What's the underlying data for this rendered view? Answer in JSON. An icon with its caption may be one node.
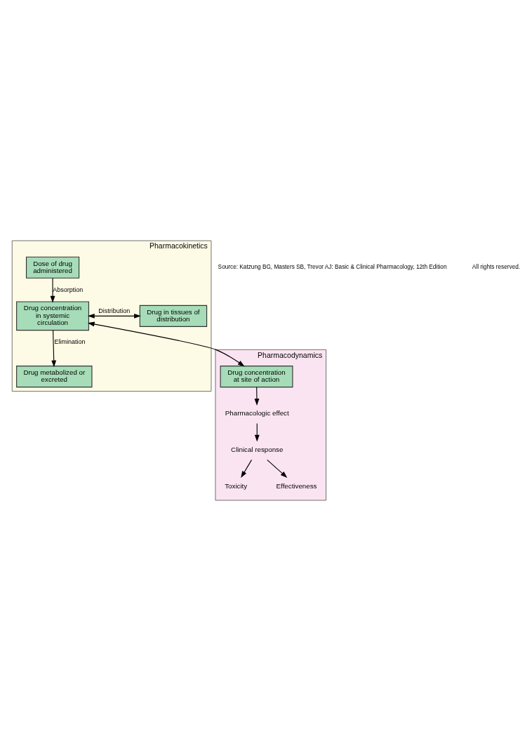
{
  "diagram": {
    "nodes": [
      {
        "text": [
          "Pharmacokinetics"
        ]
      },
      {
        "text": [
          "Pharmacodynamics"
        ]
      },
      {
        "text": [
          "Dose of drug administered"
        ],
        "in": 0
      },
      {
        "text": [
          "Drug concentration in systemic circulation"
        ],
        "in": 0
      },
      {
        "text": [
          "Drug in tissues of distribution"
        ],
        "in": 0
      },
      {
        "text": [
          "Drug metabolized or excreted"
        ],
        "in": 0
      },
      {
        "text": [
          "Drug concentration at site of action"
        ],
        "in": 1
      },
      {
        "text": [
          "Pharmacologic effect"
        ],
        "in": 1
      },
      {
        "text": [
          "Clinical response"
        ],
        "in": 1
      },
      {
        "text": [
          "Toxicity"
        ],
        "in": 1
      },
      {
        "text": [
          "Effectiveness"
        ],
        "in": 1
      }
    ],
    "edges": [
      {
        "from": 2,
        "to": 3,
        "arrow": "to",
        "label": "Absorption"
      },
      {
        "from": 3,
        "to": 4,
        "arrow": "both",
        "label": "Distribution"
      },
      {
        "from": 3,
        "to": 5,
        "arrow": "to",
        "label": "Elimination"
      },
      {
        "from": 3,
        "to": 6,
        "arrow": "both"
      },
      {
        "from": 6,
        "to": 7,
        "arrow": "to"
      },
      {
        "from": 7,
        "to": 8,
        "arrow": "to"
      },
      {
        "from": 8,
        "to": 9,
        "arrow": "to"
      },
      {
        "from": 8,
        "to": 10,
        "arrow": "to"
      }
    ],
    "labels": [
      "Source: Katzung BG, Masters SB, Trevor AJ: Basic & Clinical Pharmacology, 12th Edition",
      "All rights reserved."
    ]
  }
}
